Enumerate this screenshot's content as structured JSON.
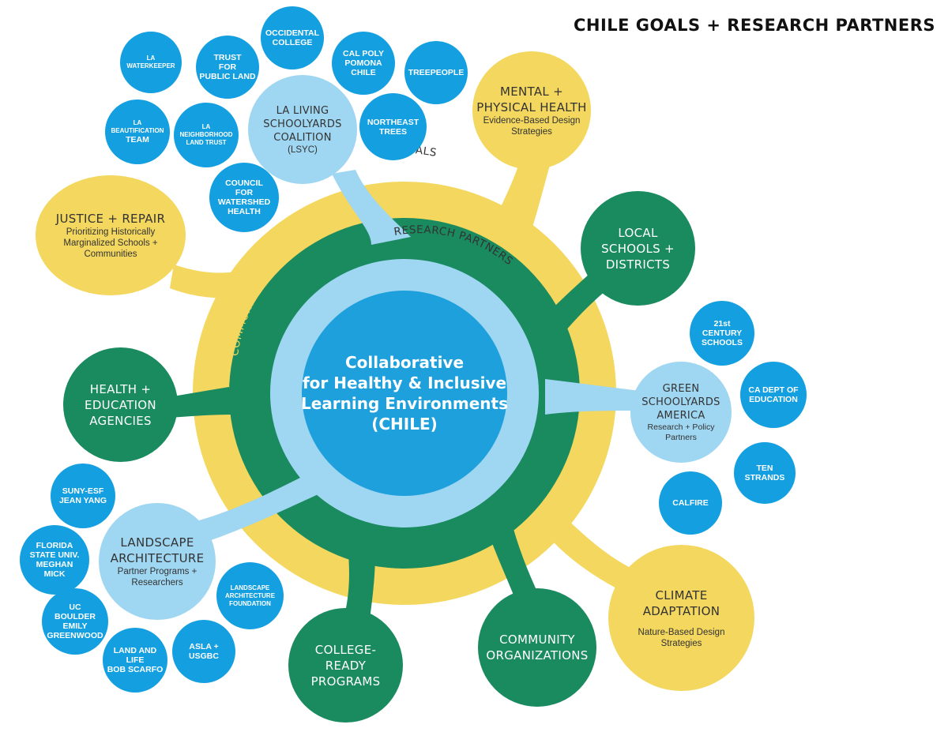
{
  "title": "CHILE GOALS + RESEARCH PARTNERS",
  "center": {
    "lines": [
      "Collaborative",
      "for Healthy & Inclusive",
      "Learning Environments",
      "(CHILE)"
    ]
  },
  "ring_labels": {
    "goals": "GOALS",
    "research_partners": "RESEARCH PARTNERS",
    "community_partners": "COMMUNITY PARTNERS"
  },
  "colors": {
    "goal_yellow": "#f3d75e",
    "community_green": "#1a8a5f",
    "research_light_blue": "#9fd6f1",
    "partner_blue": "#139fe0",
    "core_blue": "#1ea0dd"
  },
  "goals": {
    "mental_health": {
      "title": [
        "MENTAL +",
        "PHYSICAL HEALTH"
      ],
      "sub": [
        "Evidence-Based Design",
        "Strategies"
      ]
    },
    "justice_repair": {
      "title": [
        "JUSTICE + REPAIR"
      ],
      "sub": [
        "Prioritizing Historically",
        "Marginalized Schools +",
        "Communities"
      ]
    },
    "climate_adaptation": {
      "title": [
        "CLIMATE",
        "ADAPTATION"
      ],
      "sub": [
        "Nature-Based Design",
        "Strategies"
      ]
    }
  },
  "community_partners": {
    "local_schools": [
      "LOCAL",
      "SCHOOLS +",
      "DISTRICTS"
    ],
    "health_education": [
      "HEALTH +",
      "EDUCATION",
      "AGENCIES"
    ],
    "college_ready": [
      "COLLEGE-",
      "READY",
      "PROGRAMS"
    ],
    "community_orgs": [
      "COMMUNITY",
      "ORGANIZATIONS"
    ]
  },
  "research_partners": {
    "lsyc": {
      "title": [
        "LA LIVING",
        "SCHOOLYARDS",
        "COALITION"
      ],
      "sub": [
        "(LSYC)"
      ]
    },
    "gsa": {
      "title": [
        "GREEN",
        "SCHOOLYARDS",
        "AMERICA"
      ],
      "sub": [
        "Research + Policy",
        "Partners"
      ]
    },
    "landscape": {
      "title": [
        "LANDSCAPE",
        "ARCHITECTURE"
      ],
      "sub": [
        "Partner Programs +",
        "Researchers"
      ]
    }
  },
  "partner_orgs": {
    "la_waterkeeper": [
      "LA",
      "WATERKEEPER"
    ],
    "trust_public_land": [
      "TRUST",
      "FOR",
      "PUBLIC LAND"
    ],
    "occidental": [
      "OCCIDENTAL",
      "COLLEGE"
    ],
    "cal_poly": [
      "CAL POLY",
      "POMONA",
      "CHILE"
    ],
    "treepeople": [
      "TREEPEOPLE"
    ],
    "la_beautification": [
      "LA",
      "BEAUTIFICATION",
      "TEAM"
    ],
    "la_neighborhood": [
      "LA",
      "NEIGHBORHOOD",
      "LAND TRUST"
    ],
    "northeast_trees": [
      "NORTHEAST",
      "TREES"
    ],
    "council_watershed": [
      "COUNCIL",
      "FOR",
      "WATERSHED",
      "HEALTH"
    ],
    "century_schools": [
      "21st",
      "CENTURY",
      "SCHOOLS"
    ],
    "ca_dept_education": [
      "CA DEPT OF",
      "EDUCATION"
    ],
    "ten_strands": [
      "TEN",
      "STRANDS"
    ],
    "calfire": [
      "CALFIRE"
    ],
    "suny_esf": [
      "SUNY-ESF",
      "JEAN YANG"
    ],
    "florida_state": [
      "FLORIDA",
      "STATE UNIV.",
      "MEGHAN",
      "MICK"
    ],
    "uc_boulder": [
      "UC",
      "BOULDER",
      "EMILY",
      "GREENWOOD"
    ],
    "land_and_life": [
      "LAND AND",
      "LIFE",
      "BOB SCARFO"
    ],
    "asla": [
      "ASLA +",
      "USGBC"
    ],
    "laf": [
      "LANDSCAPE",
      "ARCHITECTURE",
      "FOUNDATION"
    ]
  }
}
